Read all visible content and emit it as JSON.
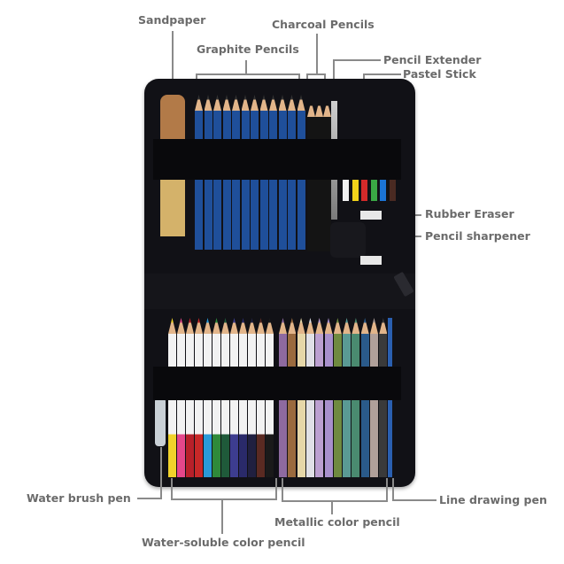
{
  "labels": {
    "sandpaper": "Sandpaper",
    "charcoal_pencils": "Charcoal Pencils",
    "graphite_pencils": "Graphite Pencils",
    "pencil_extender": "Pencil Extender",
    "pastel_stick": "Pastel Stick",
    "rubber_eraser": "Rubber Eraser",
    "pencil_sharpener": "Pencil sharpener",
    "water_brush_pen": "Water brush pen",
    "line_drawing_pen": "Line drawing pen",
    "metallic_color_pencil": "Metallic color pencil",
    "water_soluble_color_pencil": "Water-soluble color pencil"
  },
  "colors": {
    "case": "#111116",
    "graphite_body": "#1f4f9a",
    "label_text": "#6b6b6b",
    "leader_line": "#8a8a8a"
  },
  "pastels": [
    "#f2f2f2",
    "#f1d21a",
    "#d42a2a",
    "#3aa845",
    "#1b74d6",
    "#4a2a22"
  ],
  "water_soluble": [
    "#f0d22a",
    "#e5478b",
    "#b8202a",
    "#c82828",
    "#2a9ad8",
    "#2f8a3a",
    "#1f5a3a",
    "#3d3d8f",
    "#2a2a6a",
    "#202040",
    "#5a2a22",
    "#1a1a1a"
  ],
  "metallic": [
    "#8e6aa0",
    "#9a6a3e",
    "#e6d7a8",
    "#e0e0e6",
    "#bca0d0",
    "#a890cc",
    "#6f8a40",
    "#5a9a94",
    "#4a8a70",
    "#2a5a8a",
    "#b0a09a",
    "#3a3a3a"
  ]
}
